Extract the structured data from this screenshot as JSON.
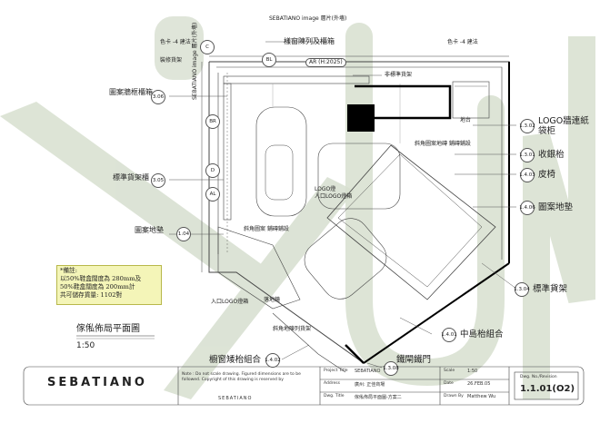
{
  "watermark": {
    "text": "XUN",
    "color": "#d7dfcf"
  },
  "drawing": {
    "title": "傢俬佈局平面圖",
    "scale": "1:50",
    "top_label": "SEBATIANO image 層片(外墻)",
    "top_sub_label": "樣窗陳列及櫃箱",
    "ar_tag": "AR (H:2025)",
    "bl_tag": "BL",
    "non_standard_column": "非標準貨架",
    "logo_label": "LOGO燈",
    "left_vertical_label": "SEBATIANO image 層片(外墻)",
    "inner_labels": {
      "floor_finish": "斜角圖案地磚 鋪磚鋪設",
      "cashier": "地台",
      "shelf_group": "斜角地陳列貨架",
      "logo_light": "人口LOGO燈箱",
      "oblique_case": "斜角圖案 鋪磚鋪設",
      "mirror_pillar": "落地鏡"
    }
  },
  "left_annotations": {
    "color_label": "色卡 -4 建法",
    "shelf_label": "裝修貨架",
    "wall_cabinet": "圖案牆框櫃箱",
    "standard_shelf": "標準貨架櫃",
    "floor_sign": "圖案地墊",
    "tags": [
      "C",
      "3.06",
      "BR",
      "D",
      "3.05",
      "AL",
      "1.04"
    ]
  },
  "right_annotations": {
    "color_label": "色卡 -4 建法",
    "items": [
      {
        "tag": "1.3.02",
        "label": "LOGO牆連紙\n袋柜"
      },
      {
        "tag": "1.3.01",
        "label": "收銀枱"
      },
      {
        "tag": "1.4.03",
        "label": "皮椅"
      },
      {
        "tag": "1.4.06",
        "label": "圖案地墊"
      },
      {
        "tag": "1.3.04",
        "label": "標準貨架"
      },
      {
        "tag": "1.4.01",
        "label": "中島枱組合"
      }
    ]
  },
  "bottom_annotations": {
    "window_group": "櫥窗矮枱組合",
    "window_tag": "1.4.02",
    "door_label": "鐵閘鐵門",
    "door_tag": "1.3.08",
    "logo_box": "入口LOGO燈箱"
  },
  "note": {
    "title": "*備註:",
    "lines": [
      "以50%鞋盒闊度為 280mm及",
      "50%鞋盒闊度為 200mm計",
      "共可儲存貨量: 1102對"
    ]
  },
  "title_block": {
    "brand": "SEBATIANO",
    "project_title_label": "Project Title",
    "project_title": "SEBATIANO",
    "address_label": "Address",
    "address": "廣州: 正佳商場",
    "dwg_title_label": "Dwg. Title",
    "dwg_title": "傢俬佈局平面圖-方案二",
    "scale_label": "Scale",
    "scale": "1:50",
    "date_label": "Date",
    "date": "26.FEB.05",
    "drawn_label": "Drawn By",
    "drawn": "Matthew Wu",
    "dwg_no_label": "Dwg. No./Revision",
    "dwg_no": "1.1.01(O2)",
    "small_note": "Note : Do not scale drawing. Figured dimensions are to be followed. Copyright of this drawing is reserved by",
    "small_brand": "SEBATIANO"
  },
  "colors": {
    "watermark": "#d7dfcf",
    "note_bg": "#f4f5b8",
    "line": "#555555"
  }
}
